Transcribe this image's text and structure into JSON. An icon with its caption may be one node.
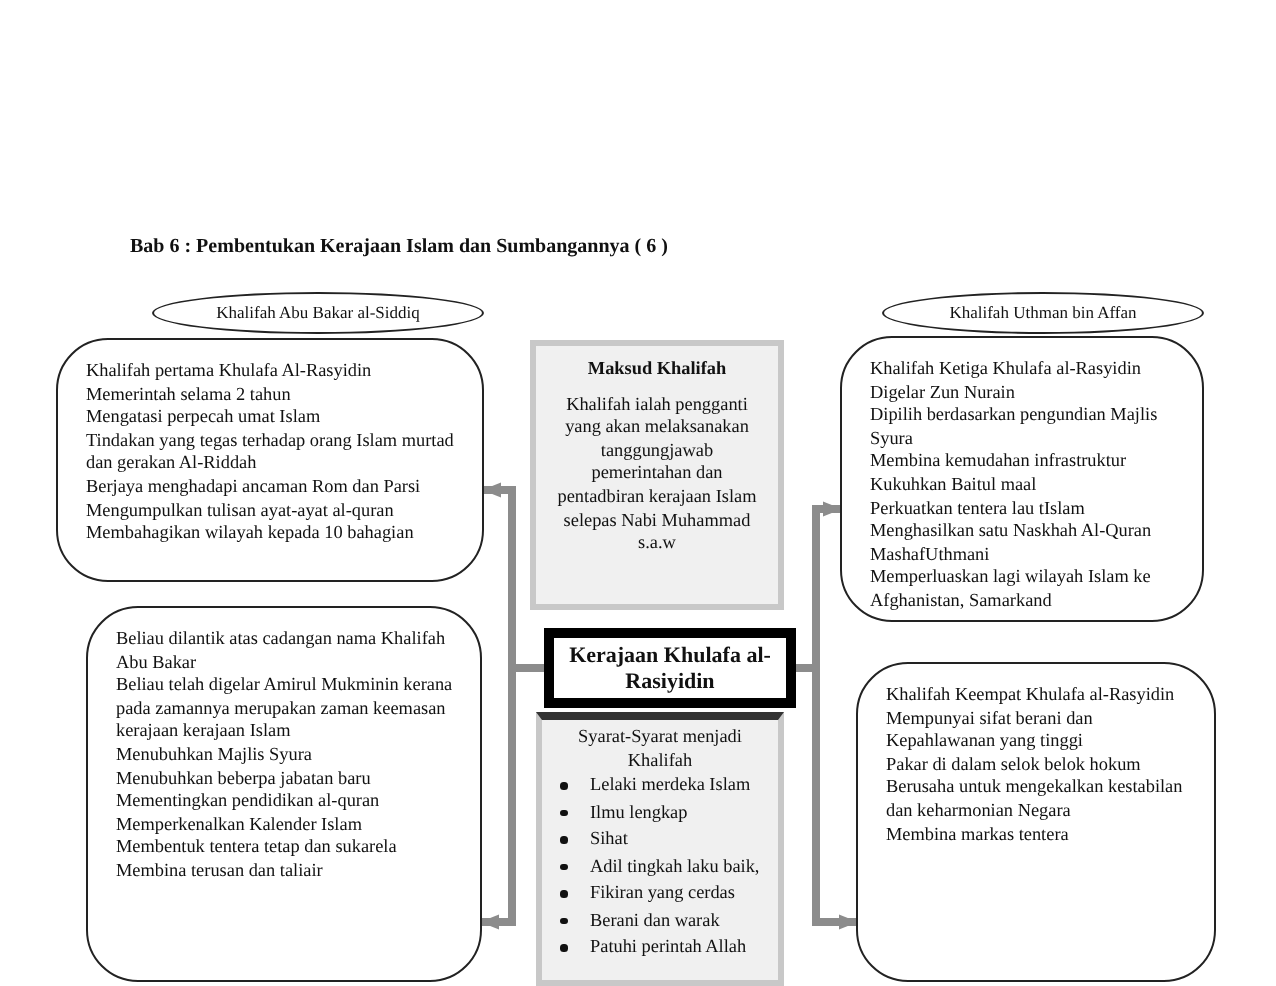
{
  "diagram": {
    "title": "Bab 6 : Pembentukan Kerajaan Islam dan Sumbangannya ( 6 )",
    "nodes": [
      {
        "text": [
          "Khalifah Abu Bakar al-Siddiq"
        ]
      },
      {
        "text": [
          "Khalifah pertama Khulafa Al-Rasyidin",
          "Memerintah selama 2 tahun",
          "Mengatasi perpecah umat Islam",
          "Tindakan yang tegas terhadap orang Islam murtad dan gerakan Al-Riddah",
          "Berjaya menghadapi ancaman Rom dan Parsi",
          "Mengumpulkan tulisan ayat-ayat al-quran",
          "Membahagikan wilayah kepada 10 bahagian"
        ]
      },
      {
        "text": [
          "Maksud Khalifah",
          "Khalifah ialah pengganti yang akan melaksanakan tanggungjawab pemerintahan dan pentadbiran kerajaan Islam selepas Nabi Muhammad s.a.w"
        ]
      },
      {
        "text": [
          "Khalifah Uthman bin Affan"
        ]
      },
      {
        "text": [
          "Khalifah Ketiga Khulafa al-Rasyidin",
          "Digelar Zun Nurain",
          "Dipilih berdasarkan pengundian Majlis Syura",
          "Membina kemudahan infrastruktur",
          "Kukuhkan Baitul maal",
          "Perkuatkan tentera lau tIslam",
          "Menghasilkan satu Naskhah Al-Quran MashafUthmani",
          "Memperluaskan lagi wilayah Islam ke Afghanistan, Samarkand"
        ]
      },
      {
        "text": [
          "Beliau dilantik atas cadangan nama Khalifah Abu Bakar",
          "Beliau telah digelar Amirul Mukminin kerana pada zamannya merupakan zaman keemasan kerajaan kerajaan Islam",
          "Menubuhkan Majlis Syura",
          "Menubuhkan beberpa jabatan baru",
          "Mementingkan pendidikan al-quran",
          "Memperkenalkan Kalender Islam",
          "Membentuk tentera tetap dan sukarela",
          "Membina terusan dan taliair"
        ]
      },
      {
        "text": [
          "Kerajaan Khulafa al-Rasiyidin"
        ]
      },
      {
        "text": [
          "Khalifah Keempat Khulafa al-Rasyidin",
          "Mempunyai sifat berani dan Kepahlawanan yang tinggi",
          "Pakar di dalam selok belok hokum",
          "Berusaha untuk mengekalkan kestabilan dan keharmonian Negara",
          "Membina markas tentera"
        ]
      },
      {
        "text": [
          "Syarat-Syarat menjadi Khalifah",
          "Lelaki merdeka Islam",
          "Ilmu lengkap",
          "Sihat",
          "Adil tingkah laku baik,",
          "Fikiran yang cerdas",
          "Berani dan warak",
          "Patuhi perintah Allah"
        ]
      }
    ],
    "edges": [
      {
        "from": 6,
        "to": 1,
        "arrow": "to"
      },
      {
        "from": 6,
        "to": 5,
        "arrow": "to"
      },
      {
        "from": 6,
        "to": 4,
        "arrow": "to"
      },
      {
        "from": 6,
        "to": 7,
        "arrow": "to"
      }
    ]
  }
}
